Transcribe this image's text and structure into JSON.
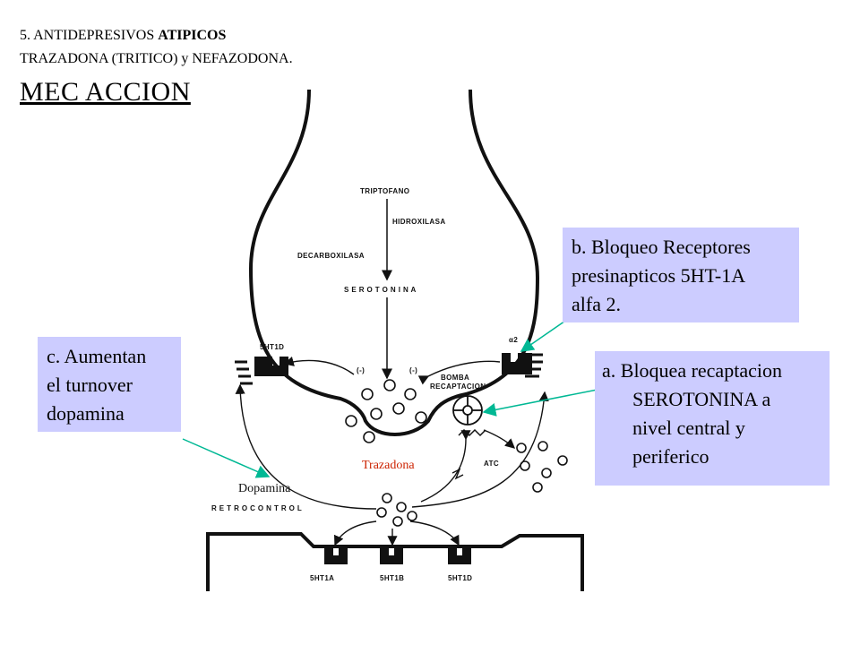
{
  "header": {
    "line1_prefix": "5. ANTIDEPRESIVOS ",
    "line1_bold": "ATIPICOS",
    "line2": "TRAZADONA (TRITICO) y NEFAZODONA."
  },
  "title": "MEC ACCION",
  "diagram": {
    "triptofano": "TRIPTOFANO",
    "hidroxilasa": "HIDROXILASA",
    "decarboxilasa": "DECARBOXILASA",
    "serotonina": "S E R O T O N I N A",
    "receptor_left": "5HT1D",
    "receptor_right": "α2",
    "minus_left": "(-)",
    "minus_right": "(-)",
    "bomba": "BOMBA",
    "recaptacion": "RECAPTACION",
    "atc": "ATC",
    "retrocontrol": "R E T R O C O N T R O L",
    "post_1": "5HT1A",
    "post_2": "5HT1B",
    "post_3": "5HT1D"
  },
  "labels": {
    "trazadona": "Trazadona",
    "dopamina": "Dopamina"
  },
  "boxes": {
    "b": [
      "b. Bloqueo Receptores",
      "presinapticos 5HT-1A",
      "alfa 2."
    ],
    "c": [
      "c. Aumentan",
      "el turnover",
      "dopamina"
    ],
    "a": [
      "a. Bloquea recaptacion",
      "SEROTONINA a",
      "nivel central y",
      "periferico"
    ]
  },
  "colors": {
    "box_fill": "#ccccff",
    "arrow": "#00b894",
    "trazadona_text": "#cc2200"
  }
}
